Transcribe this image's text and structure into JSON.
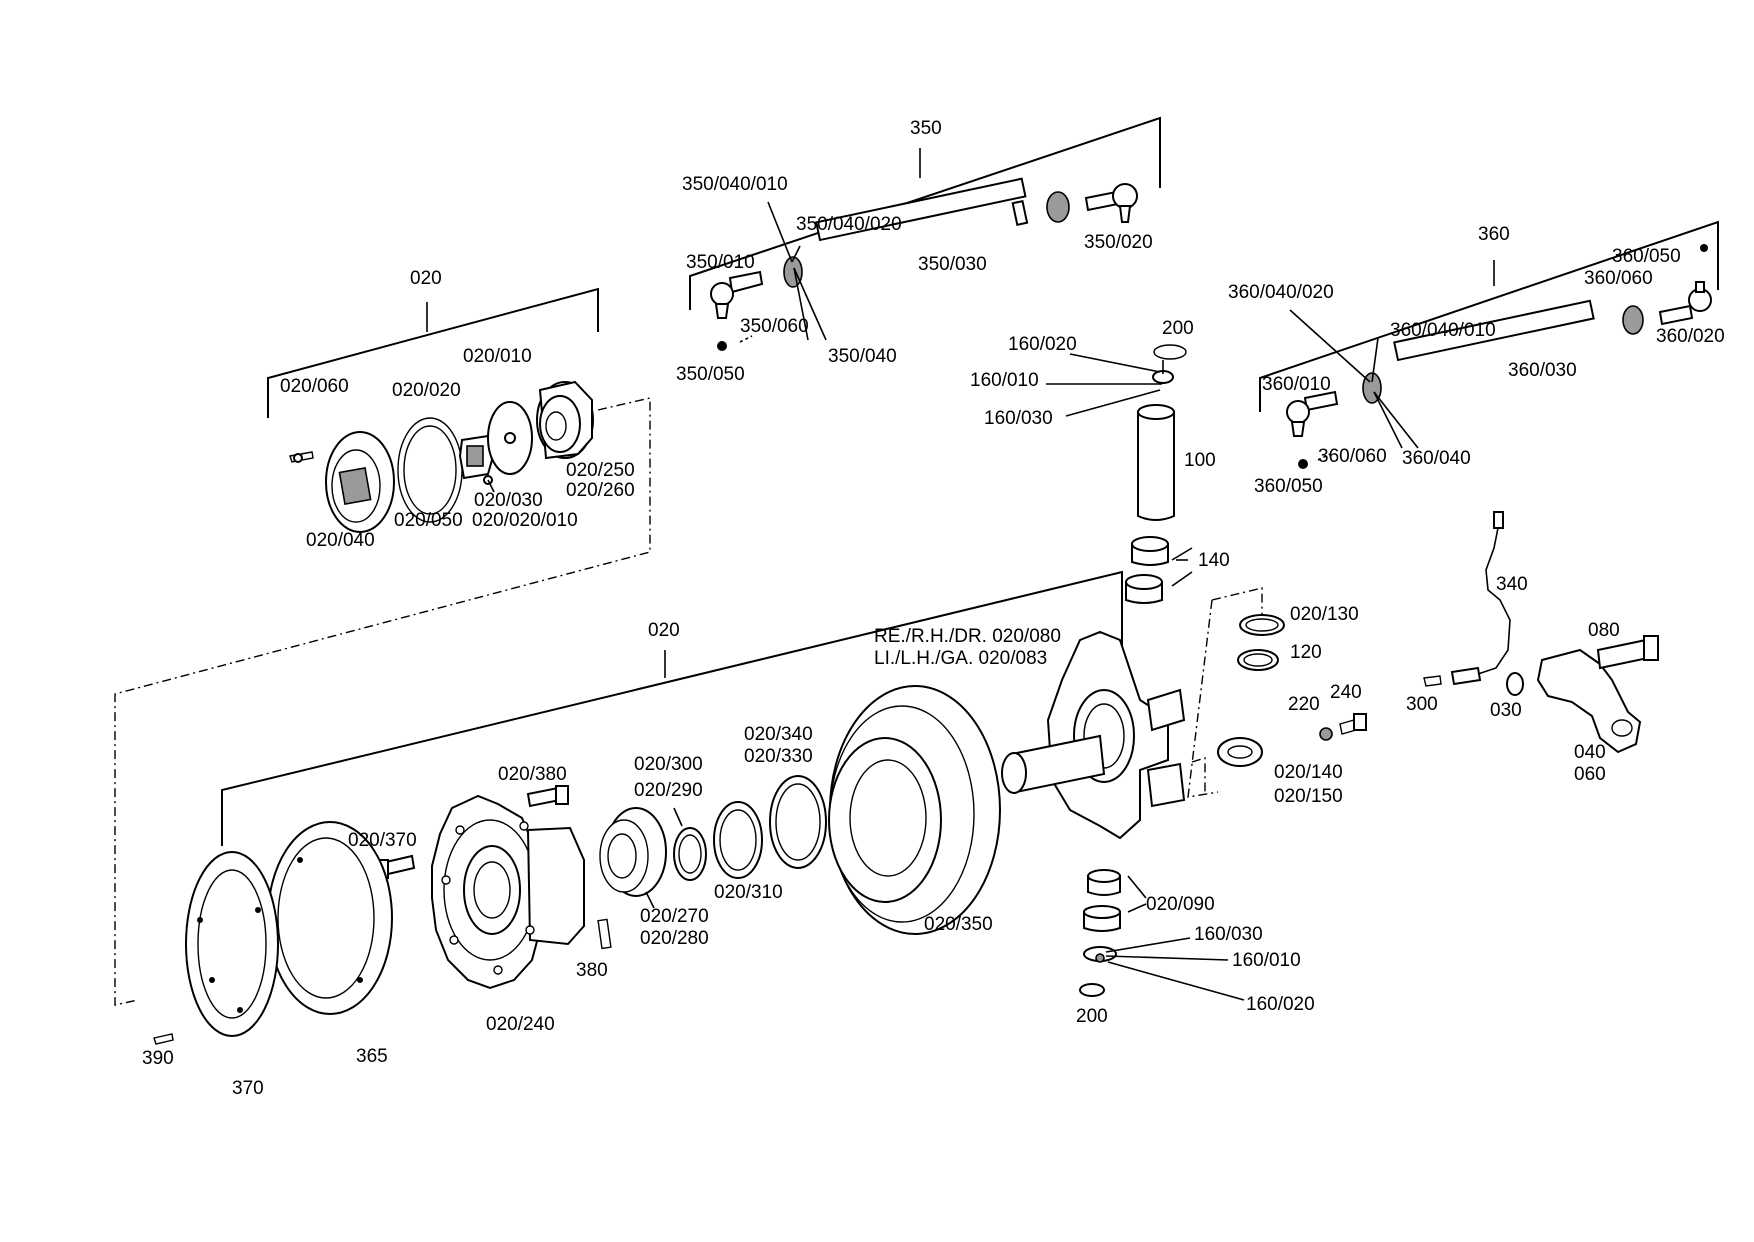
{
  "labels": {
    "l_350": "350",
    "l_350_040_010": "350/040/010",
    "l_350_040_020": "350/040/020",
    "l_350_010": "350/010",
    "l_350_030": "350/030",
    "l_350_020": "350/020",
    "l_350_060": "350/060",
    "l_350_040": "350/040",
    "l_350_050": "350/050",
    "l_360": "360",
    "l_360_050": "360/050",
    "l_360_060": "360/060",
    "l_360_040_020": "360/040/020",
    "l_360_040_010": "360/040/010",
    "l_360_020": "360/020",
    "l_360_010": "360/010",
    "l_360_030": "360/030",
    "l_360_060b": "360/060",
    "l_360_040": "360/040",
    "l_360_050b": "360/050",
    "l_020_top": "020",
    "l_020_010": "020/010",
    "l_020_060": "020/060",
    "l_020_020": "020/020",
    "l_020_250": "020/250",
    "l_020_260": "020/260",
    "l_020_030": "020/030",
    "l_020_050": "020/050",
    "l_020_020_010": "020/020/010",
    "l_020_040": "020/040",
    "l_160_020_top": "160/020",
    "l_200_top": "200",
    "l_160_010_top": "160/010",
    "l_160_030_top": "160/030",
    "l_100": "100",
    "l_140": "140",
    "l_020_main": "020",
    "l_020_130": "020/130",
    "l_120": "120",
    "l_340": "340",
    "l_080": "080",
    "l_rh": "RE./R.H./DR. 020/080",
    "l_lh": "LI./L.H./GA. 020/083",
    "l_220": "220",
    "l_240": "240",
    "l_300": "300",
    "l_030": "030",
    "l_040": "040",
    "l_060": "060",
    "l_020_140": "020/140",
    "l_020_150": "020/150",
    "l_020_340": "020/340",
    "l_020_330": "020/330",
    "l_020_300": "020/300",
    "l_020_290": "020/290",
    "l_020_380": "020/380",
    "l_020_370": "020/370",
    "l_020_310": "020/310",
    "l_020_270": "020/270",
    "l_020_280": "020/280",
    "l_020_350": "020/350",
    "l_020_090": "020/090",
    "l_160_030_bot": "160/030",
    "l_160_010_bot": "160/010",
    "l_160_020_bot": "160/020",
    "l_200_bot": "200",
    "l_380": "380",
    "l_020_240": "020/240",
    "l_390": "390",
    "l_370": "370",
    "l_365": "365"
  }
}
